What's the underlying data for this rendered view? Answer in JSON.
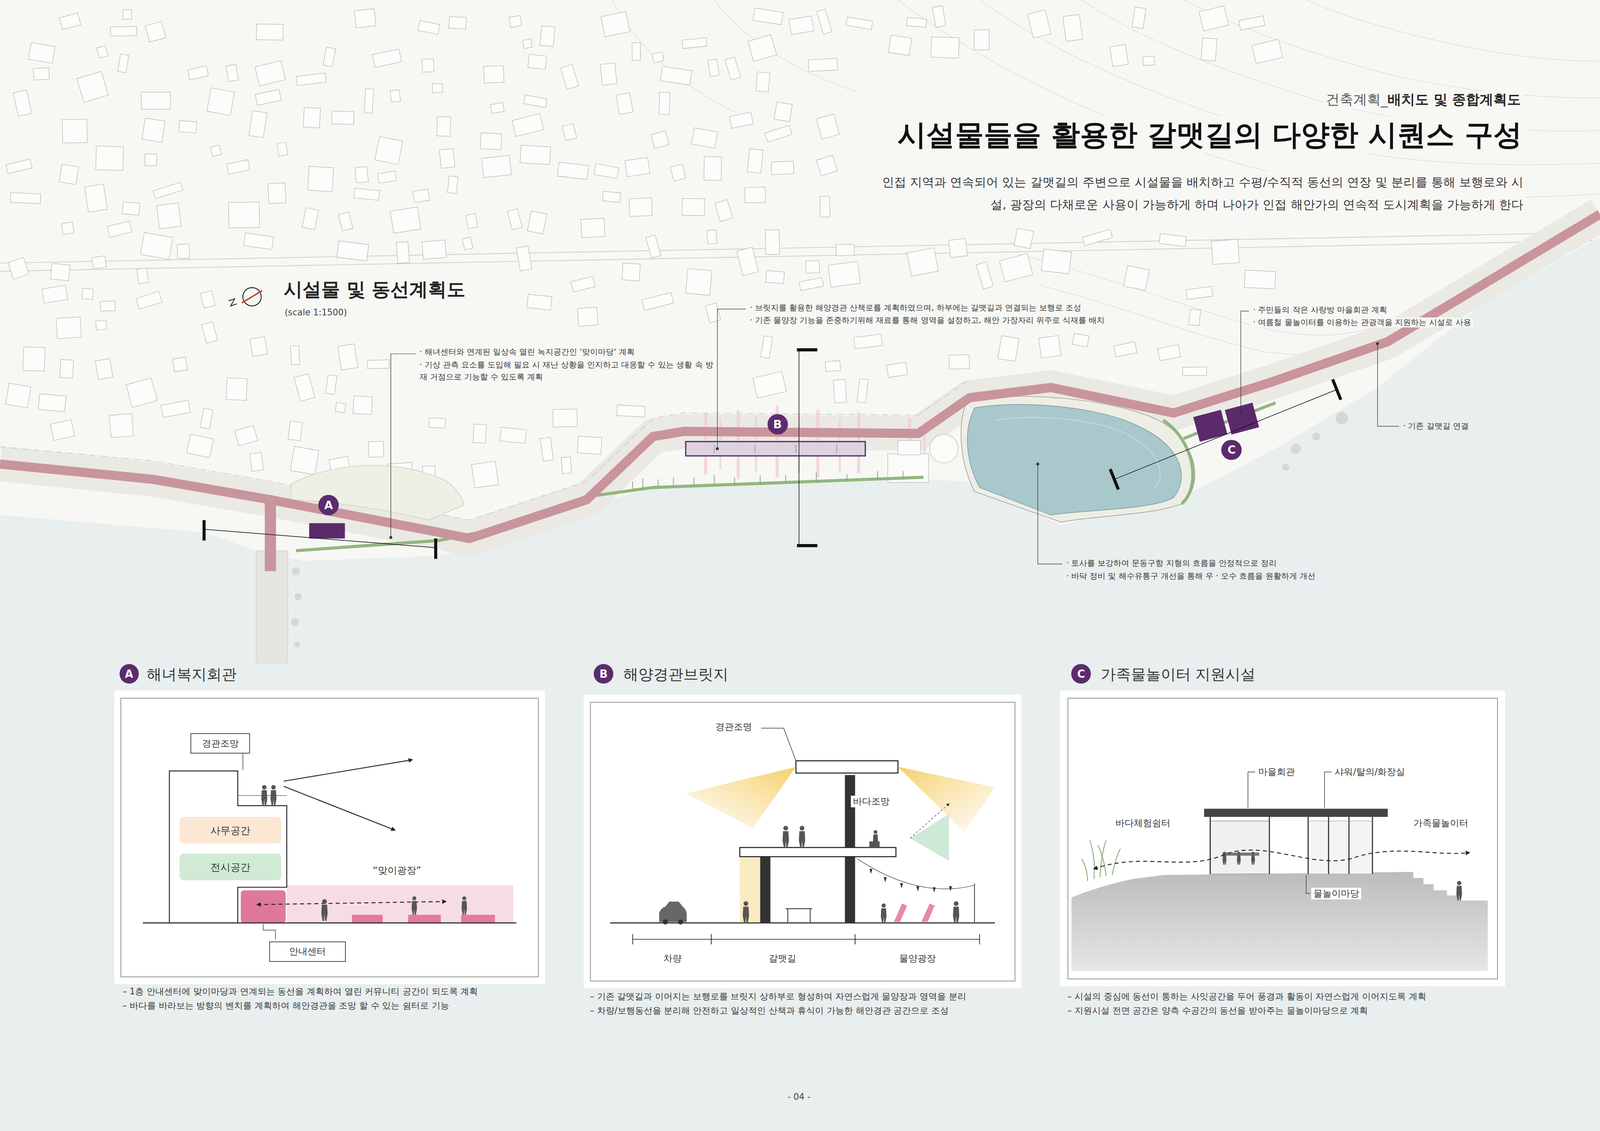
{
  "diagram": {
    "title": "시설물들을 활용한 갈맷길의 다양한 시퀀스 구성",
    "nodes": [
      {
        "text": [
          "A"
        ]
      },
      {
        "text": [
          "B"
        ]
      },
      {
        "text": [
          "C"
        ]
      },
      {
        "text": [
          "A"
        ]
      },
      {
        "text": [
          "해녀복지회관"
        ]
      },
      {
        "text": [
          "경관조망"
        ],
        "in": 4
      },
      {
        "text": [
          "사무공간"
        ],
        "in": 4
      },
      {
        "text": [
          "전시공간"
        ],
        "in": 4
      },
      {
        "text": [
          "안내센터"
        ],
        "in": 4
      },
      {
        "text": [
          "B"
        ]
      },
      {
        "text": [
          "해양경관브릿지"
        ]
      },
      {
        "text": [
          "C"
        ]
      },
      {
        "text": [
          "가족물놀이터 지원시설"
        ]
      }
    ],
    "labels": [
      "건축계획_",
      "배치도 및 종합계획도",
      "인접 지역과 연속되어 있는 갈맷길의 주변으로 시설물을 배치하고 수평/수직적 동선의 연장 및 분리를 통해 보행로와 시설, 광장의 다채로운 사용이 가능하게 하며 나아가 인접 해안가의 연속적 도시계획을 가능하게 한다",
      "시설물 및 동선계획도",
      "(scale 1:1500)",
      "· 해녀센터와 연계된 일상속 열린 녹지공간인 ‘맞이마당’ 계획",
      "· 기상 관측 요소를 도입해 필요 시 재난 상황을 인지하고 대응할 수 있는 생활 속 방재 거점으로 기능할 수 있도록 계획",
      "· 브릿지를 활용한 해양경관 산책로를 계획하였으며, 하부에는 갈맷길과 연결되는 보행로 조성",
      "· 기존 물양장 기능을 존중하기위해 재료를 통해 영역을 설정하고, 해안 가장자리 위주로 식재를 배치",
      "· 주민들의 작은 사랑방 마을회관 계획",
      "· 여름철 물놀이터를 이용하는 관광객을 지원하는 시설로 사용",
      "· 기존 갈맷길 연결",
      "· 토사를 보강하여 문동구항 지형의 흐름을 안정적으로 정리",
      "· 바닥 정비 및 해수유통구 개선을 통해 우 · 오수 흐름을 원활하게 개선",
      "“맞이광장”",
      "경관조명",
      "바다조망",
      "차량",
      "갈맷길",
      "물양광장",
      "마을회관",
      "샤워/탈의/화장실",
      "바다체험쉼터",
      "가족물놀이터",
      "물놀이마당",
      "– 1층 안내센터에 맞이마당과 연계되는 동선을 계획하여 열린 커뮤니티 공간이 되도록 계획",
      "– 바다를 바라보는 방향의 벤치를 계획하여 해안경관을 조망 할 수 있는 쉼터로 기능",
      "– 기존 갈맷길과 이어지는 보행로를 브릿지 상하부로 형성하여 자연스럽게 물양장과 영역을 분리",
      "– 차량/보행동선을 분리해 안전하고 일상적인 산책과 휴식이 가능한 해안경관 공간으로 조성",
      "– 시설의 중심에 동선이 통하는 사잇공간을 두어 풍경과 활동이 자연스럽게 이어지도록 계획",
      "– 지원시설 전면 공간은 양측 수공간의 동선을 받아주는 물놀이마당으로 계획",
      "- 04 -"
    ]
  }
}
